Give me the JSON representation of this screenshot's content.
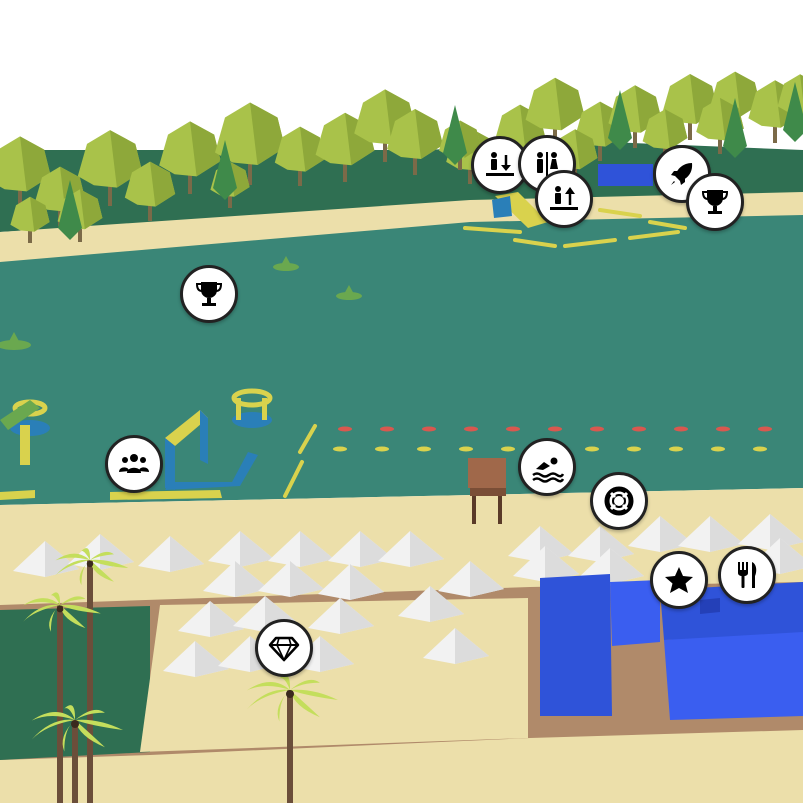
{
  "map": {
    "title": "",
    "colors": {
      "sky": "#ffffff",
      "grass": "#2f6f52",
      "sand": "#ecdfaa",
      "water": "#3a8677",
      "tree": "#a9c24a",
      "palm": "#c4de5c",
      "buoy_red": "#d9584f",
      "buoy_yellow": "#d9d24d",
      "inflatable_yellow": "#d9d24d",
      "inflatable_blue": "#2a7fb8",
      "building_blue": "#2f53d9",
      "tent": "#f2f2f2",
      "path": "#c9a97b"
    },
    "markers": [
      {
        "id": "exit-water",
        "icon": "exit-water-icon"
      },
      {
        "id": "restrooms",
        "icon": "restroom-icon"
      },
      {
        "id": "enter-water",
        "icon": "enter-water-icon"
      },
      {
        "id": "rocket",
        "icon": "rocket-icon"
      },
      {
        "id": "trophy-shore",
        "icon": "trophy-icon"
      },
      {
        "id": "trophy-lake",
        "icon": "trophy-icon"
      },
      {
        "id": "group",
        "icon": "group-icon"
      },
      {
        "id": "swimming",
        "icon": "swimmer-icon"
      },
      {
        "id": "lifebuoy",
        "icon": "lifebuoy-icon"
      },
      {
        "id": "featured",
        "icon": "star-icon"
      },
      {
        "id": "restaurant",
        "icon": "fork-knife-icon"
      },
      {
        "id": "vip",
        "icon": "diamond-icon"
      }
    ]
  }
}
